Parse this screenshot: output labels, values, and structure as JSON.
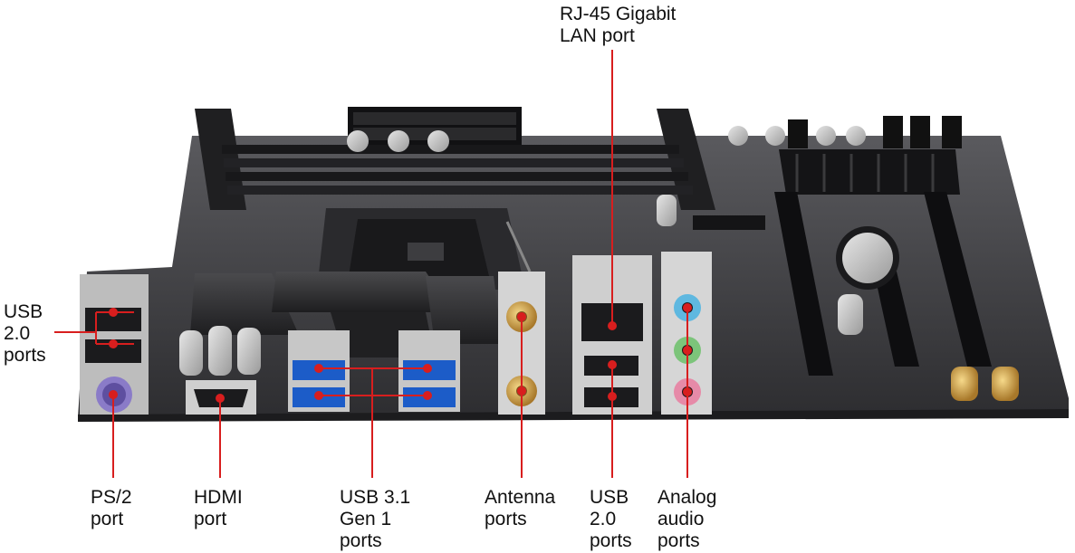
{
  "image": {
    "subject": "motherboard-rear-io-panel",
    "leader_color": "#d81e1e",
    "board_color": "#3a3a3c",
    "background_color": "#ffffff"
  },
  "callouts": [
    {
      "id": "rj45",
      "lines": [
        "RJ-45 Gigabit",
        "LAN port"
      ]
    },
    {
      "id": "usb20-left",
      "lines": [
        "USB",
        "2.0",
        "ports"
      ]
    },
    {
      "id": "ps2",
      "lines": [
        "PS/2",
        "port"
      ]
    },
    {
      "id": "hdmi",
      "lines": [
        "HDMI",
        "port"
      ]
    },
    {
      "id": "usb31",
      "lines": [
        "USB 3.1",
        "Gen 1",
        "ports"
      ]
    },
    {
      "id": "antenna",
      "lines": [
        "Antenna",
        "ports"
      ]
    },
    {
      "id": "usb20-right",
      "lines": [
        "USB",
        "2.0",
        "ports"
      ]
    },
    {
      "id": "audio",
      "lines": [
        "Analog",
        "audio",
        "ports"
      ]
    }
  ]
}
